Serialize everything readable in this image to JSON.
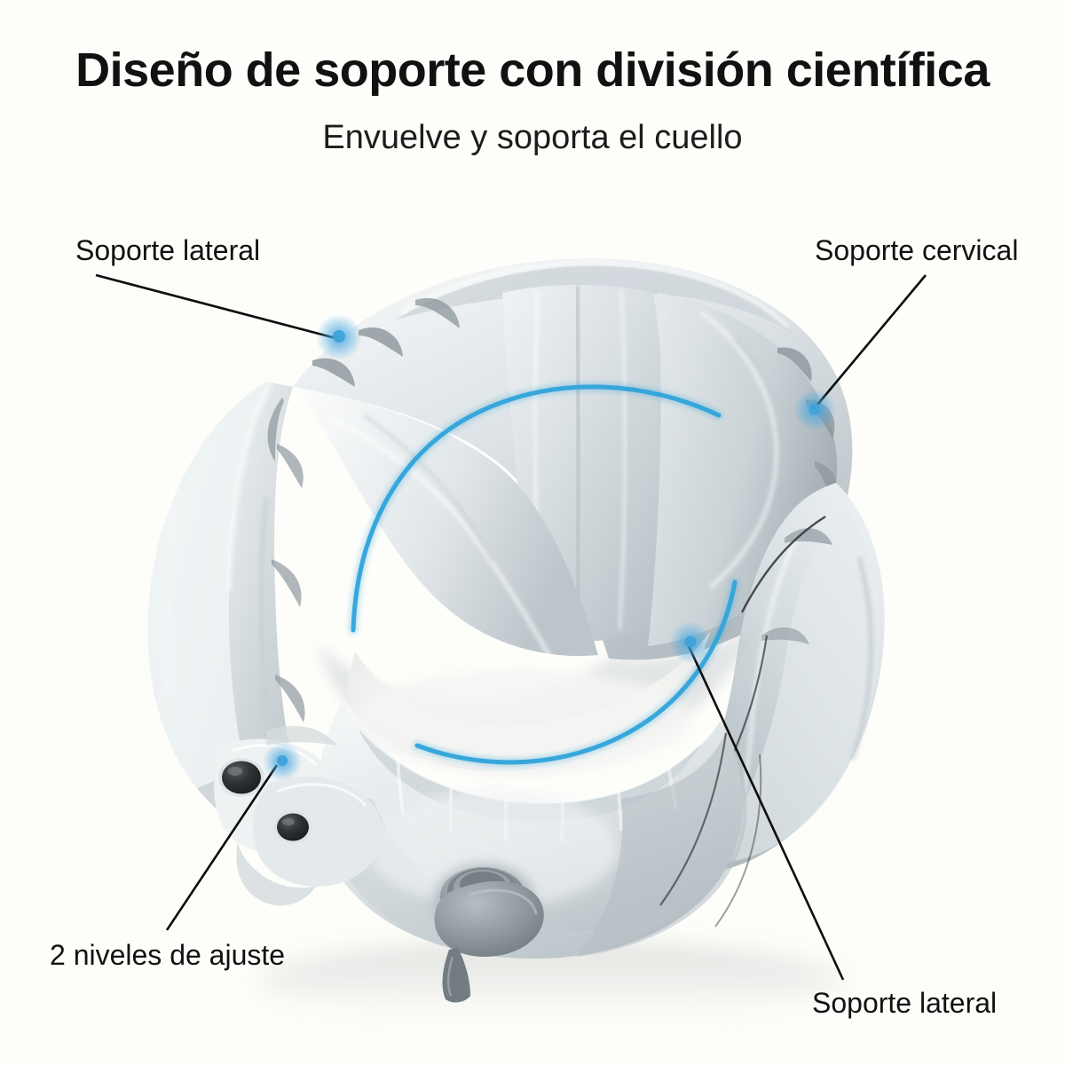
{
  "header": {
    "title": "Diseño de soporte con división científica",
    "subtitle": "Envuelve y soporta el cuello"
  },
  "callouts": [
    {
      "id": "soporte-lateral-top",
      "label": "Soporte lateral",
      "position": "top-left"
    },
    {
      "id": "soporte-cervical",
      "label": "Soporte cervical",
      "position": "top-right"
    },
    {
      "id": "niveles-ajuste",
      "label": "2 niveles de ajuste",
      "position": "bottom-left"
    },
    {
      "id": "soporte-lateral-bottom",
      "label": "Soporte lateral",
      "position": "bottom-right"
    }
  ],
  "product": {
    "name": "inflatable-neck-pillow",
    "description": "U-shaped segmented inflatable travel neck pillow, grey vinyl",
    "features": {
      "snap_buttons": 2,
      "valve": "inflation-valve-with-cap",
      "segments": "multi-chamber"
    }
  },
  "colors": {
    "background": "#fdfdfa",
    "text": "#111111",
    "accent_blue": "#2fa3da",
    "glow_blue": "#4aa8e0",
    "pillow_light": "#f2f4f5",
    "pillow_mid": "#ccd3d6",
    "pillow_dark": "#9aa5ab",
    "pillow_shadow": "#7f8b91",
    "button_black": "#2b2b2b",
    "valve_grey": "#8e979c",
    "leader_line": "#0d0d0d"
  }
}
